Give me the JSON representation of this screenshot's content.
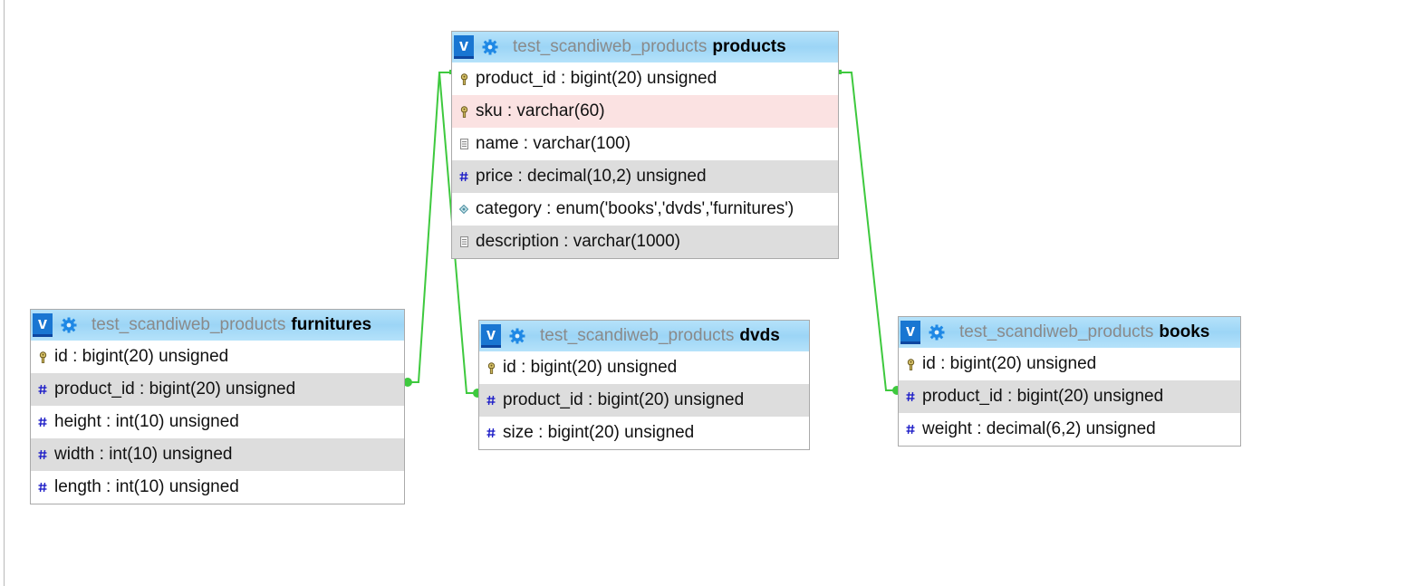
{
  "colors": {
    "link": "#3ec93e",
    "header_bg": "#9cd5f6",
    "toggle_bg": "#1976d2",
    "row_alt": "#dddddd",
    "row_highlight": "#fbe2e2"
  },
  "tables": {
    "products": {
      "toggle": "v",
      "db": "test_scandiweb_products",
      "name": "products",
      "columns": [
        {
          "text": "product_id : bigint(20) unsigned",
          "icon": "key-icon"
        },
        {
          "text": "sku : varchar(60)",
          "icon": "key-icon"
        },
        {
          "text": "name : varchar(100)",
          "icon": "text-icon"
        },
        {
          "text": "price : decimal(10,2) unsigned",
          "icon": "number-icon"
        },
        {
          "text": "category : enum('books','dvds','furnitures')",
          "icon": "enum-icon"
        },
        {
          "text": "description : varchar(1000)",
          "icon": "text-icon"
        }
      ]
    },
    "furnitures": {
      "toggle": "v",
      "db": "test_scandiweb_products",
      "name": "furnitures",
      "columns": [
        {
          "text": "id : bigint(20) unsigned",
          "icon": "key-icon"
        },
        {
          "text": "product_id : bigint(20) unsigned",
          "icon": "number-icon"
        },
        {
          "text": "height : int(10) unsigned",
          "icon": "number-icon"
        },
        {
          "text": "width : int(10) unsigned",
          "icon": "number-icon"
        },
        {
          "text": "length : int(10) unsigned",
          "icon": "number-icon"
        }
      ]
    },
    "dvds": {
      "toggle": "v",
      "db": "test_scandiweb_products",
      "name": "dvds",
      "columns": [
        {
          "text": "id : bigint(20) unsigned",
          "icon": "key-icon"
        },
        {
          "text": "product_id : bigint(20) unsigned",
          "icon": "number-icon"
        },
        {
          "text": "size : bigint(20) unsigned",
          "icon": "number-icon"
        }
      ]
    },
    "books": {
      "toggle": "v",
      "db": "test_scandiweb_products",
      "name": "books",
      "columns": [
        {
          "text": "id : bigint(20) unsigned",
          "icon": "key-icon"
        },
        {
          "text": "product_id : bigint(20) unsigned",
          "icon": "number-icon"
        },
        {
          "text": "weight : decimal(6,2) unsigned",
          "icon": "number-icon"
        }
      ]
    }
  }
}
